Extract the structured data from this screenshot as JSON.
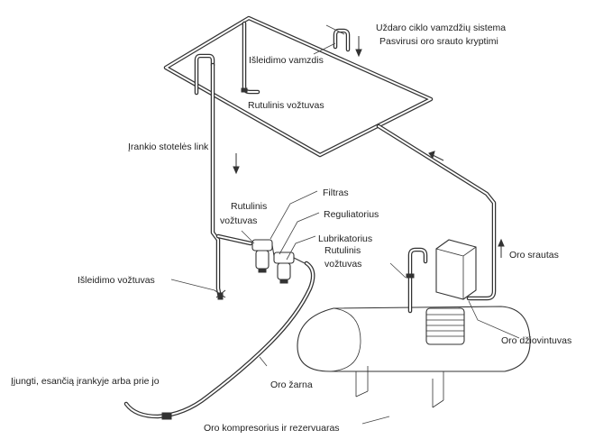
{
  "labels": {
    "closed_loop": "Uždaro ciklo vamzdžių sistema",
    "inclined_flow": "Pasvirusi oro srauto kryptimi",
    "discharge_pipe": "Išleidimo vamzdis",
    "ball_valve_top": "Rutulinis vožtuvas",
    "to_workbench": "Įrankio stotelės link",
    "filter": "Filtras",
    "ball_valve_left_1": "Rutulinis",
    "ball_valve_left_2": "vožtuvas",
    "regulator": "Reguliatorius",
    "lubricator": "Lubrikatorius",
    "ball_valve_right_1": "Rutulinis",
    "ball_valve_right_2": "vožtuvas",
    "air_flow": "Oro srautas",
    "drain_valve": "Išleidimo vožtuvas",
    "air_dryer": "Oro džiovintuvas",
    "connect_tool": "Įjungti, esančią įrankyje arba prie jo",
    "air_hose": "Oro žarna",
    "compressor_tank": "Oro kompresorius ir rezervuaras"
  }
}
